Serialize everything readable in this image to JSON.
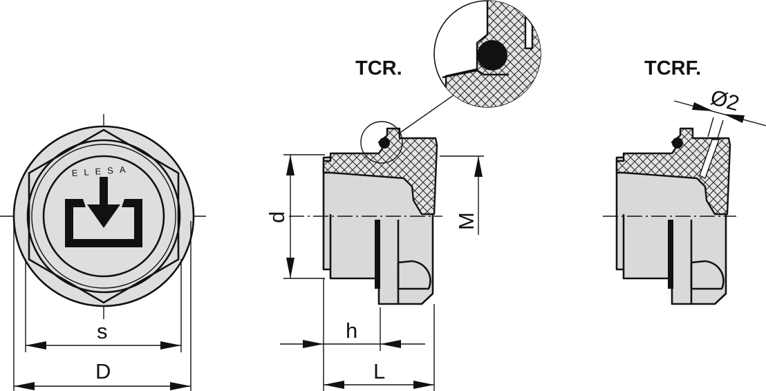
{
  "labels": {
    "tcr": "TCR.",
    "tcrf": "TCRF.",
    "dim_s": "s",
    "dim_D": "D",
    "dim_d": "d",
    "dim_M": "M",
    "dim_h": "h",
    "dim_L": "L",
    "dim_hole": "Ø2",
    "logo_text": "ELESA"
  }
}
